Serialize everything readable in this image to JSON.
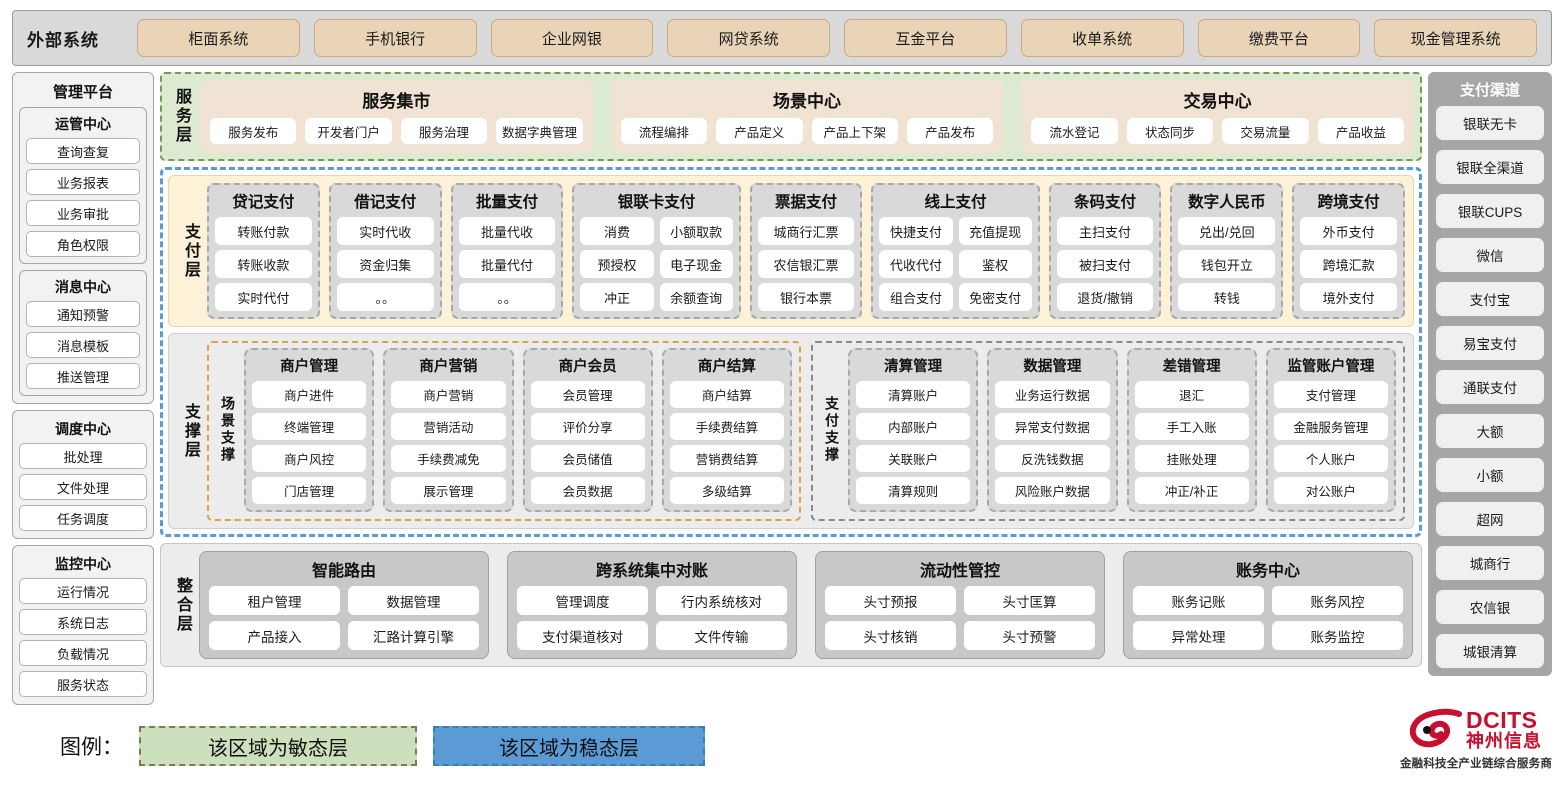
{
  "external": {
    "title": "外部系统",
    "items": [
      "柜面系统",
      "手机银行",
      "企业网银",
      "网贷系统",
      "互金平台",
      "收单系统",
      "缴费平台",
      "现金管理系统"
    ]
  },
  "management": {
    "title": "管理平台",
    "groups": [
      {
        "title": "运管中心",
        "items": [
          "查询查复",
          "业务报表",
          "业务审批",
          "角色权限"
        ]
      },
      {
        "title": "消息中心",
        "items": [
          "通知预警",
          "消息模板",
          "推送管理"
        ]
      }
    ],
    "standalone": [
      {
        "title": "调度中心",
        "items": [
          "批处理",
          "文件处理",
          "任务调度"
        ]
      },
      {
        "title": "监控中心",
        "items": [
          "运行情况",
          "系统日志",
          "负载情况",
          "服务状态"
        ]
      }
    ]
  },
  "service_layer": {
    "label": "服务层",
    "groups": [
      {
        "title": "服务集市",
        "items": [
          "服务发布",
          "开发者门户",
          "服务治理",
          "数据字典管理"
        ]
      },
      {
        "title": "场景中心",
        "items": [
          "流程编排",
          "产品定义",
          "产品上下架",
          "产品发布"
        ]
      },
      {
        "title": "交易中心",
        "items": [
          "流水登记",
          "状态同步",
          "交易流量",
          "产品收益"
        ]
      }
    ]
  },
  "payment_layer": {
    "label": "支付层",
    "groups": [
      {
        "title": "贷记支付",
        "cols": 1,
        "rows": [
          [
            "转账付款"
          ],
          [
            "转账收款"
          ],
          [
            "实时代付"
          ]
        ]
      },
      {
        "title": "借记支付",
        "cols": 1,
        "rows": [
          [
            "实时代收"
          ],
          [
            "资金归集"
          ],
          [
            "。。"
          ]
        ]
      },
      {
        "title": "批量支付",
        "cols": 1,
        "rows": [
          [
            "批量代收"
          ],
          [
            "批量代付"
          ],
          [
            "。。"
          ]
        ]
      },
      {
        "title": "银联卡支付",
        "cols": 2,
        "rows": [
          [
            "消费",
            "小额取款"
          ],
          [
            "预授权",
            "电子现金"
          ],
          [
            "冲正",
            "余额查询"
          ]
        ]
      },
      {
        "title": "票据支付",
        "cols": 1,
        "rows": [
          [
            "城商行汇票"
          ],
          [
            "农信银汇票"
          ],
          [
            "银行本票"
          ]
        ]
      },
      {
        "title": "线上支付",
        "cols": 2,
        "rows": [
          [
            "快捷支付",
            "充值提现"
          ],
          [
            "代收代付",
            "鉴权"
          ],
          [
            "组合支付",
            "免密支付"
          ]
        ]
      },
      {
        "title": "条码支付",
        "cols": 1,
        "rows": [
          [
            "主扫支付"
          ],
          [
            "被扫支付"
          ],
          [
            "退货/撤销"
          ]
        ]
      },
      {
        "title": "数字人民币",
        "cols": 1,
        "rows": [
          [
            "兑出/兑回"
          ],
          [
            "钱包开立"
          ],
          [
            "转钱"
          ]
        ]
      },
      {
        "title": "跨境支付",
        "cols": 1,
        "rows": [
          [
            "外币支付"
          ],
          [
            "跨境汇款"
          ],
          [
            "境外支付"
          ]
        ]
      }
    ]
  },
  "support_layer": {
    "label": "支撑层",
    "scene": {
      "label": "场景支撑",
      "cards": [
        {
          "title": "商户管理",
          "items": [
            "商户进件",
            "终端管理",
            "商户风控",
            "门店管理"
          ]
        },
        {
          "title": "商户营销",
          "items": [
            "商户营销",
            "营销活动",
            "手续费减免",
            "展示管理"
          ]
        },
        {
          "title": "商户会员",
          "items": [
            "会员管理",
            "评价分享",
            "会员储值",
            "会员数据"
          ]
        },
        {
          "title": "商户结算",
          "items": [
            "商户结算",
            "手续费结算",
            "营销费结算",
            "多级结算"
          ]
        }
      ]
    },
    "paysupport": {
      "label": "支付支撑",
      "cards": [
        {
          "title": "清算管理",
          "items": [
            "清算账户",
            "内部账户",
            "关联账户",
            "清算规则"
          ]
        },
        {
          "title": "数据管理",
          "items": [
            "业务运行数据",
            "异常支付数据",
            "反洗钱数据",
            "风险账户数据"
          ]
        },
        {
          "title": "差错管理",
          "items": [
            "退汇",
            "手工入账",
            "挂账处理",
            "冲正/补正"
          ]
        },
        {
          "title": "监管账户管理",
          "items": [
            "支付管理",
            "金融服务管理",
            "个人账户",
            "对公账户"
          ]
        }
      ]
    }
  },
  "integration_layer": {
    "label": "整合层",
    "groups": [
      {
        "title": "智能路由",
        "rows": [
          [
            "租户管理",
            "数据管理"
          ],
          [
            "产品接入",
            "汇路计算引擎"
          ]
        ]
      },
      {
        "title": "跨系统集中对账",
        "rows": [
          [
            "管理调度",
            "行内系统核对"
          ],
          [
            "支付渠道核对",
            "文件传输"
          ]
        ]
      },
      {
        "title": "流动性管控",
        "rows": [
          [
            "头寸预报",
            "头寸匡算"
          ],
          [
            "头寸核销",
            "头寸预警"
          ]
        ]
      },
      {
        "title": "账务中心",
        "rows": [
          [
            "账务记账",
            "账务风控"
          ],
          [
            "异常处理",
            "账务监控"
          ]
        ]
      }
    ]
  },
  "channels": {
    "title": "支付渠道",
    "items": [
      "银联无卡",
      "银联全渠道",
      "银联CUPS",
      "微信",
      "支付宝",
      "易宝支付",
      "通联支付",
      "大额",
      "小额",
      "超网",
      "城商行",
      "农信银",
      "城银清算"
    ]
  },
  "legend": {
    "label": "图例：",
    "agile": "该区域为敏态层",
    "stable": "该区域为稳态层",
    "agile_color": "#cde0bd",
    "stable_color": "#5b9bd5"
  },
  "logo": {
    "en": "DCITS",
    "cn": "神州信息",
    "tagline": "金融科技全产业链综合服务商",
    "color": "#c8102e"
  }
}
